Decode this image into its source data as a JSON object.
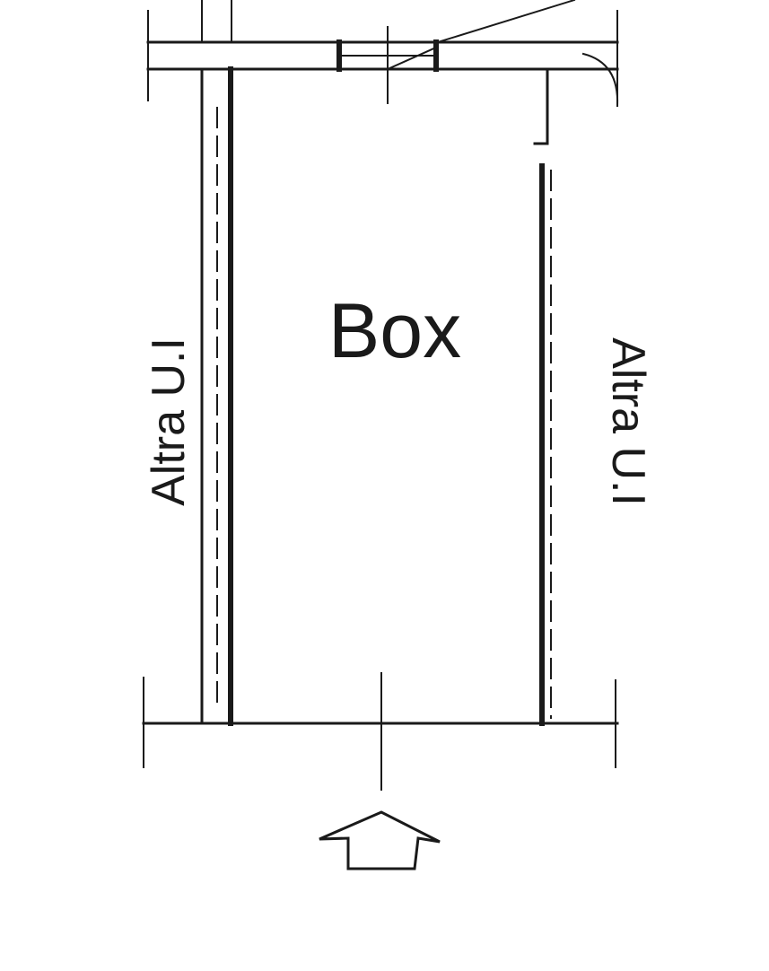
{
  "room_label": "Box",
  "left_wall_label": "Altra U.I",
  "right_wall_label": "Altra U.I",
  "line_color": "#1a1a1a",
  "background_color": "#ffffff",
  "entrance_icon": "entrance-arrow-icon"
}
